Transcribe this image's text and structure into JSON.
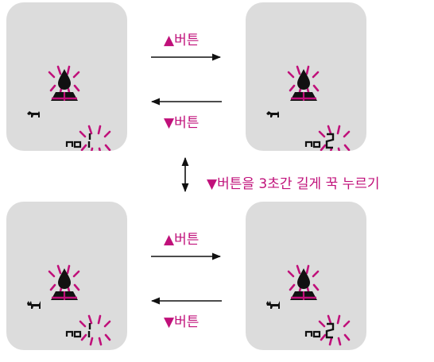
{
  "labels": {
    "up_button": "▲버튼",
    "down_button": "▼버튼",
    "long_press": "▼버튼을 3초간 길게 꾹 누르기"
  },
  "panels": [
    {
      "animal": "dog",
      "digit": "1"
    },
    {
      "animal": "dog",
      "digit": "2"
    },
    {
      "animal": "cat",
      "digit": "1"
    },
    {
      "animal": "cat",
      "digit": "2"
    }
  ],
  "colors": {
    "accent": "#c0107a",
    "panel": "#dcdcdc",
    "ink": "#111111"
  },
  "icons": [
    "drop-icon",
    "dog-icon",
    "cat-icon",
    "blink-rays"
  ]
}
